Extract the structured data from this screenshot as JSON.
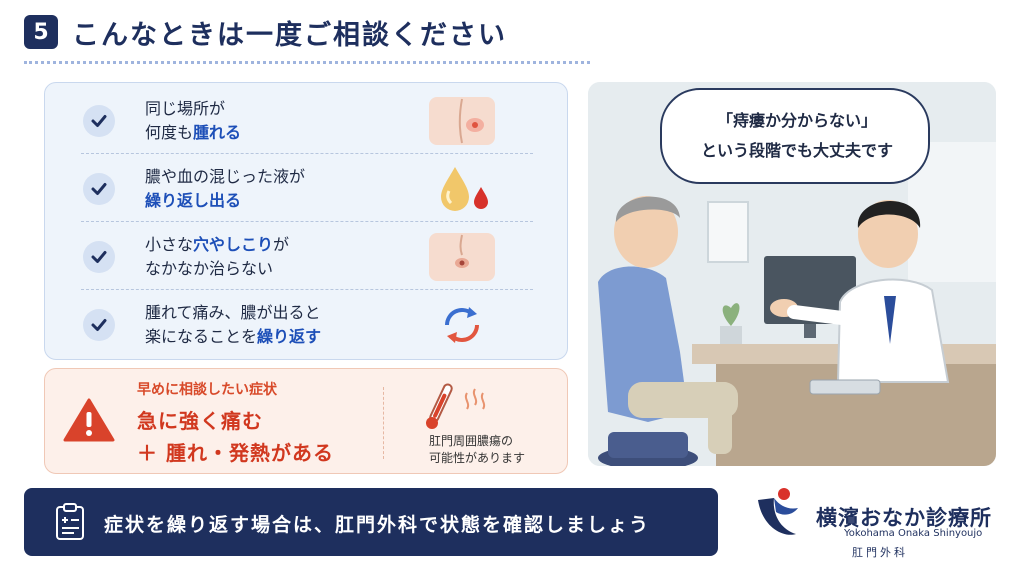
{
  "header": {
    "number": "5",
    "title": "こんなときは一度ご相談ください"
  },
  "checklist": [
    {
      "line1_plain": "同じ場所が",
      "line2_plain": "何度も",
      "line2_blue": "腫れる",
      "illus": "buttock-swelling-illustration"
    },
    {
      "line1_plain": "膿や血の混じった液が",
      "line2_blue": "繰り返し出る",
      "illus": "pus-blood-drops-illustration"
    },
    {
      "line1_plain": "小さな",
      "line1_blue": "穴やしこり",
      "line1_after": "が",
      "line2_plain": "なかなか治らない",
      "illus": "anal-opening-illustration"
    },
    {
      "line1_plain": "腫れて痛み、膿が出ると",
      "line2_plain": "楽になることを",
      "line2_blue": "繰り返す",
      "illus": "cycle-arrows-illustration"
    }
  ],
  "warning": {
    "label": "早めに相談したい症状",
    "line1": "急に強く痛む",
    "line2": "＋ 腫れ・発熱がある",
    "note_line1": "肛門周囲膿瘍の",
    "note_line2": "可能性があります"
  },
  "scene": {
    "bubble_line1": "「痔瘻か分からない」",
    "bubble_line2": "という段階でも大丈夫です"
  },
  "footer": {
    "text": "症状を繰り返す場合は、肛門外科で状態を確認しましょう"
  },
  "clinic": {
    "name": "横濱おなか診療所",
    "roman": "Yokohama Onaka Shinyoujo",
    "dept": "肛門外科"
  },
  "colors": {
    "navy": "#1e2f5e",
    "accent_blue": "#1d4fb8",
    "warning_red": "#d1381f",
    "card_bg": "#eef4fb",
    "warn_bg": "#fdf0ea"
  }
}
